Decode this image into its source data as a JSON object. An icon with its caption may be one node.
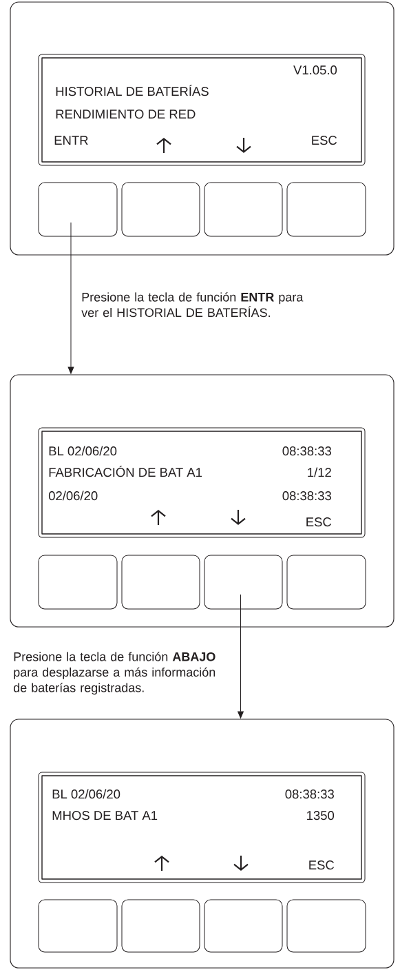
{
  "diagram": {
    "nodes": [
      {
        "text": [],
        "shape": "box"
      },
      {
        "text": [
          "V1.05.0",
          "HISTORIAL DE BATERÍAS",
          "RENDIMIENTO DE RED",
          "ENTR",
          "ESC"
        ],
        "in": 0
      },
      {
        "text": [],
        "shape": "box",
        "in": 0
      },
      {
        "text": [],
        "shape": "box",
        "in": 0
      },
      {
        "text": [],
        "shape": "box",
        "in": 0
      },
      {
        "text": [],
        "shape": "box",
        "in": 0
      },
      {
        "text": [],
        "shape": "box"
      },
      {
        "text": [
          "BL 02/06/20",
          "08:38:33",
          "FABRICACIÓN DE BAT A1",
          "1/12",
          "02/06/20",
          "08:38:33",
          "ESC"
        ],
        "in": 6
      },
      {
        "text": [],
        "shape": "box",
        "in": 6
      },
      {
        "text": [],
        "shape": "box",
        "in": 6
      },
      {
        "text": [],
        "shape": "box",
        "in": 6
      },
      {
        "text": [],
        "shape": "box",
        "in": 6
      },
      {
        "text": [],
        "shape": "box"
      },
      {
        "text": [
          "BL 02/06/20",
          "08:38:33",
          "MHOS DE BAT A1",
          "1350",
          "ESC"
        ],
        "in": 12
      },
      {
        "text": [],
        "shape": "box",
        "in": 12
      },
      {
        "text": [],
        "shape": "box",
        "in": 12
      },
      {
        "text": [],
        "shape": "box",
        "in": 12
      },
      {
        "text": [],
        "shape": "box",
        "in": 12
      }
    ],
    "edges": [
      {
        "from": 2,
        "to": 6,
        "arrow": "to"
      },
      {
        "from": 10,
        "to": 12,
        "arrow": "to"
      }
    ],
    "labels": [
      "Presione la tecla de función **ENTR** para ver el HISTORIAL DE BATERÍAS.",
      "Presione la tecla de función **ABAJO** para desplazarse a más información de baterías registradas."
    ]
  }
}
